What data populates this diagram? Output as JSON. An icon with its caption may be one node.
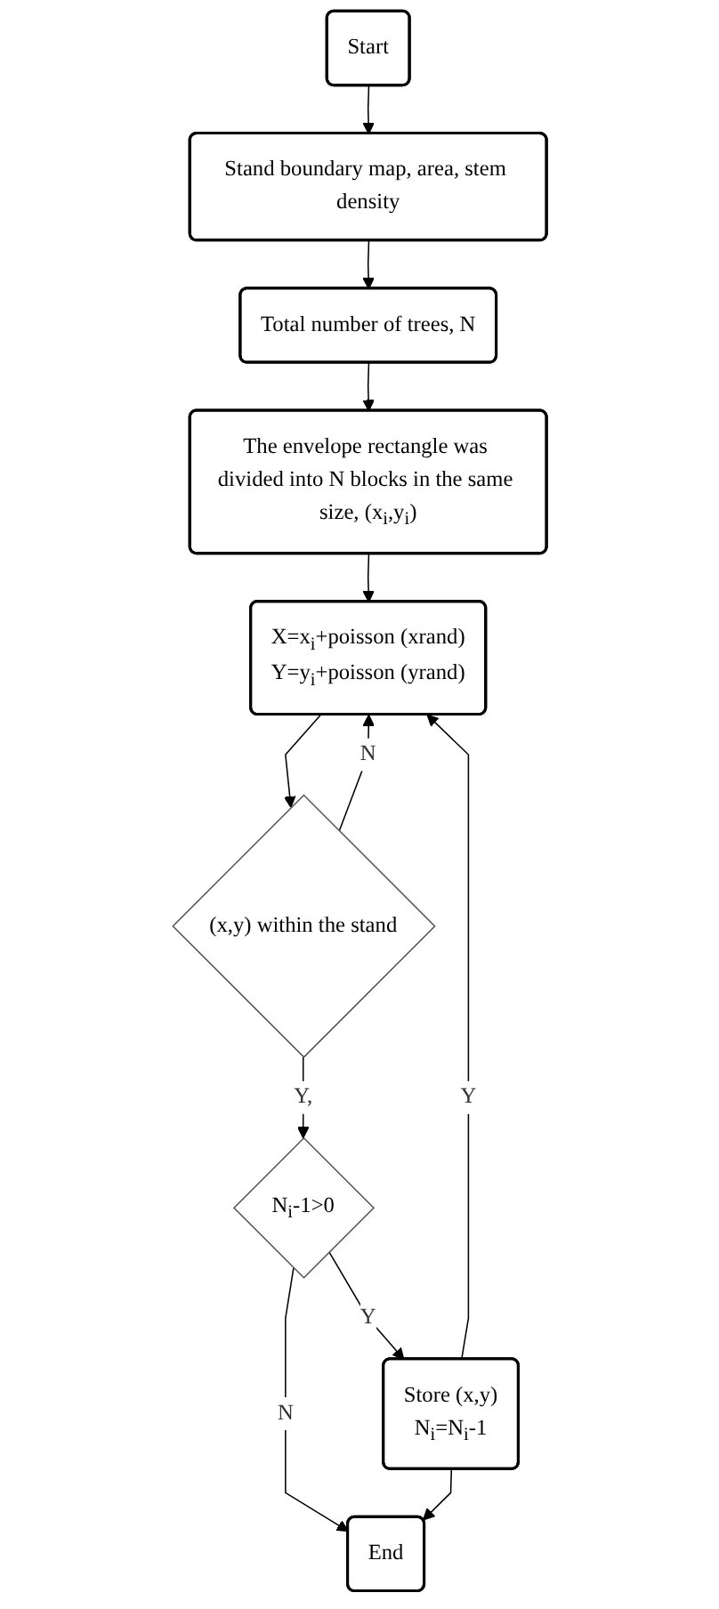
{
  "diagram": {
    "nodes": [
      {
        "text": [
          "Start"
        ]
      },
      {
        "text": [
          "Stand boundary map, area, stem density"
        ]
      },
      {
        "text": [
          "Total number of trees, N"
        ]
      },
      {
        "text": [
          "The envelope rectangle was divided into N blocks in the same size, (x$_{i}$,y$_{i}$)"
        ]
      },
      {
        "text": [
          "X=x$_{i}$+poisson (xrand)",
          "Y=y$_{i}$+poisson (yrand)"
        ]
      },
      {
        "text": [
          "(x,y) within the stand"
        ]
      },
      {
        "text": [
          "N$_{i}$-1>0"
        ]
      },
      {
        "text": [
          "Store (x,y)",
          "N$_{i}$=N$_{i}$-1"
        ]
      },
      {
        "text": [
          "End"
        ]
      }
    ],
    "edges": [
      {
        "from": 0,
        "to": 1,
        "arrow": "to"
      },
      {
        "from": 1,
        "to": 2,
        "arrow": "to"
      },
      {
        "from": 2,
        "to": 3,
        "arrow": "to"
      },
      {
        "from": 3,
        "to": 4,
        "arrow": "to"
      },
      {
        "from": 4,
        "to": 5,
        "arrow": "to"
      },
      {
        "from": 5,
        "to": 4,
        "label": "N",
        "arrow": "to"
      },
      {
        "from": 5,
        "to": 6,
        "label": "Y,",
        "arrow": "to"
      },
      {
        "from": 6,
        "to": 7,
        "label": "Y",
        "arrow": "to"
      },
      {
        "from": 6,
        "to": 8,
        "label": "N",
        "arrow": "to"
      },
      {
        "from": 7,
        "to": 4,
        "label": "Y",
        "arrow": "to"
      },
      {
        "from": 7,
        "to": 8,
        "arrow": "to"
      }
    ]
  }
}
